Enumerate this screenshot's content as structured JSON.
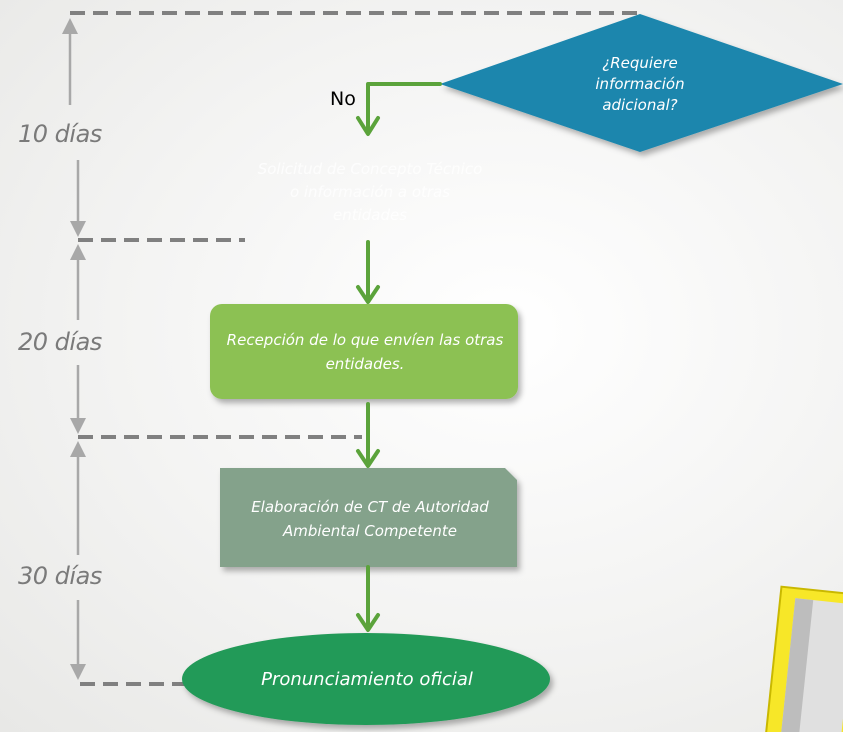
{
  "time_labels": {
    "t1": "10 días",
    "t2": "20 días",
    "t3": "30 días"
  },
  "decision": {
    "text": "¿Requiere información adicional?",
    "branch_label": "No",
    "fill": "#1a86ad"
  },
  "nodes": {
    "solicitud": "Solicitud de Concepto Técnico o información a otras entidades",
    "recepcion": "Recepción de lo que envíen las otras entidades.",
    "elaboracion": "Elaboración de CT de Autoridad Ambiental Competente",
    "pronunciamiento": "Pronunciamiento oficial"
  },
  "colors": {
    "arrow_green": "#5ba33b",
    "recepcion_fill": "#8cc152",
    "elaboracion_fill": "#84a28b",
    "pronunciamiento_fill": "#249a58",
    "timeline_gray": "#a8a8a8",
    "dashed_gray": "#808080"
  }
}
